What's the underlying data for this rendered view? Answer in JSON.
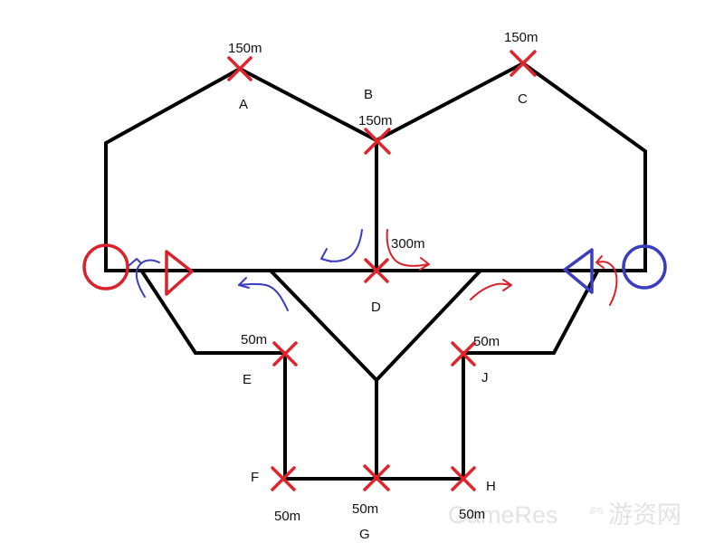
{
  "map": {
    "points": [
      {
        "id": "A",
        "label": "A",
        "distance": "150m"
      },
      {
        "id": "B",
        "label": "B",
        "distance": "150m"
      },
      {
        "id": "C",
        "label": "C",
        "distance": "150m"
      },
      {
        "id": "D",
        "label": "D",
        "distance": "300m"
      },
      {
        "id": "E",
        "label": "E",
        "distance": "50m"
      },
      {
        "id": "F",
        "label": "F",
        "distance": "50m"
      },
      {
        "id": "G",
        "label": "G",
        "distance": "50m"
      },
      {
        "id": "H",
        "label": "H",
        "distance": "50m"
      },
      {
        "id": "J",
        "label": "J",
        "distance": "50m"
      }
    ],
    "bases": {
      "red": {
        "color": "#d9222a",
        "marker": "circle",
        "arrow": "triangle-right"
      },
      "blue": {
        "color": "#3a3dbf",
        "marker": "circle",
        "arrow": "triangle-left"
      }
    },
    "capture_marker_icon": "x-mark-icon",
    "path_color": "#000000"
  },
  "watermark": {
    "en": "GameRes",
    "small": "游戏",
    "cn": "游资网"
  }
}
